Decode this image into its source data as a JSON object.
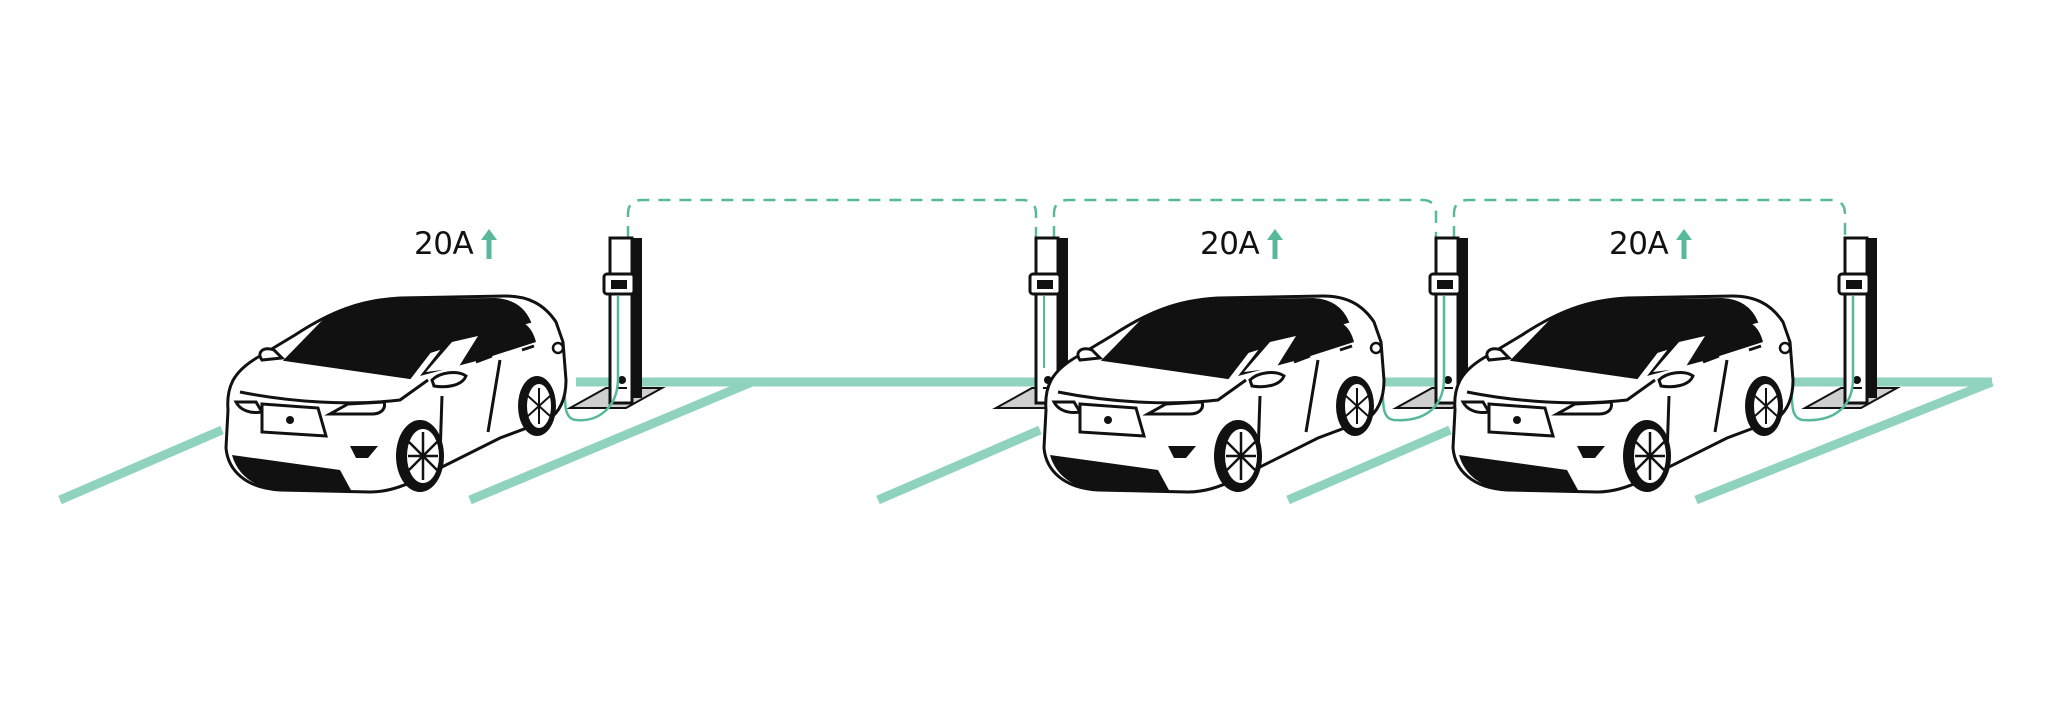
{
  "colors": {
    "accent": "#8fd3bf",
    "accent_dark": "#58b89b",
    "ink": "#111111",
    "background": "#ffffff"
  },
  "chargers": [
    {
      "id": 1,
      "has_car": true,
      "current_label": "20A",
      "trend_icon": "arrow-up-icon"
    },
    {
      "id": 2,
      "has_car": false,
      "current_label": "",
      "trend_icon": ""
    },
    {
      "id": 3,
      "has_car": true,
      "current_label": "20A",
      "trend_icon": "arrow-up-icon"
    },
    {
      "id": 4,
      "has_car": true,
      "current_label": "20A",
      "trend_icon": "arrow-up-icon"
    }
  ],
  "links": [
    {
      "from": 1,
      "to": 2
    },
    {
      "from": 2,
      "to": 3
    },
    {
      "from": 3,
      "to": 4
    }
  ]
}
